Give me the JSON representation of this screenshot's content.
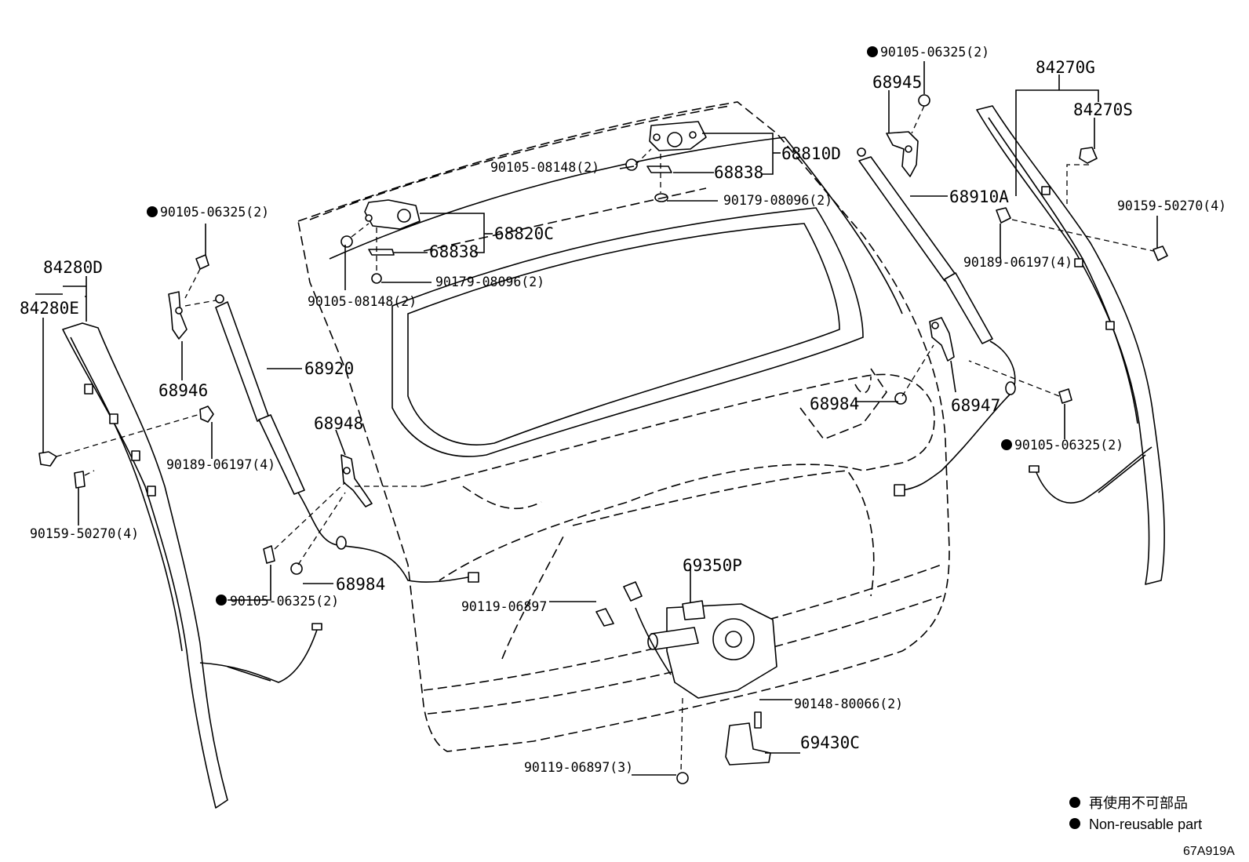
{
  "parts": {
    "p_68810D": "68810D",
    "p_68838_top": "68838",
    "p_90105_08148_top": "90105-08148(2)",
    "p_90179_08096_top": "90179-08096(2)",
    "p_68820C": "68820C",
    "p_68838_mid": "68838",
    "p_90179_08096_mid": "90179-08096(2)",
    "p_90105_08148_mid": "90105-08148(2)",
    "p_90105_06325_a": "90105-06325(2)",
    "p_84280D": "84280D",
    "p_84280E": "84280E",
    "p_68946": "68946",
    "p_68920": "68920",
    "p_68948": "68948",
    "p_90189_06197_left": "90189-06197(4)",
    "p_90159_50270_left": "90159-50270(4)",
    "p_68984_left": "68984",
    "p_90105_06325_b": "90105-06325(2)",
    "p_90105_06325_c": "90105-06325(2)",
    "p_68945": "68945",
    "p_84270G": "84270G",
    "p_84270S": "84270S",
    "p_68910A": "68910A",
    "p_90159_50270_right": "90159-50270(4)",
    "p_90189_06197_right": "90189-06197(4)",
    "p_68984_right": "68984",
    "p_68947": "68947",
    "p_90105_06325_d": "90105-06325(2)",
    "p_69350P": "69350P",
    "p_90119_06897": "90119-06897",
    "p_90148_80066": "90148-80066(2)",
    "p_69430C": "69430C",
    "p_90119_06897_3": "90119-06897(3)"
  },
  "legend": {
    "jp": "再使用不可部品",
    "en": "Non-reusable part"
  },
  "diagram_ref": "67A919A"
}
